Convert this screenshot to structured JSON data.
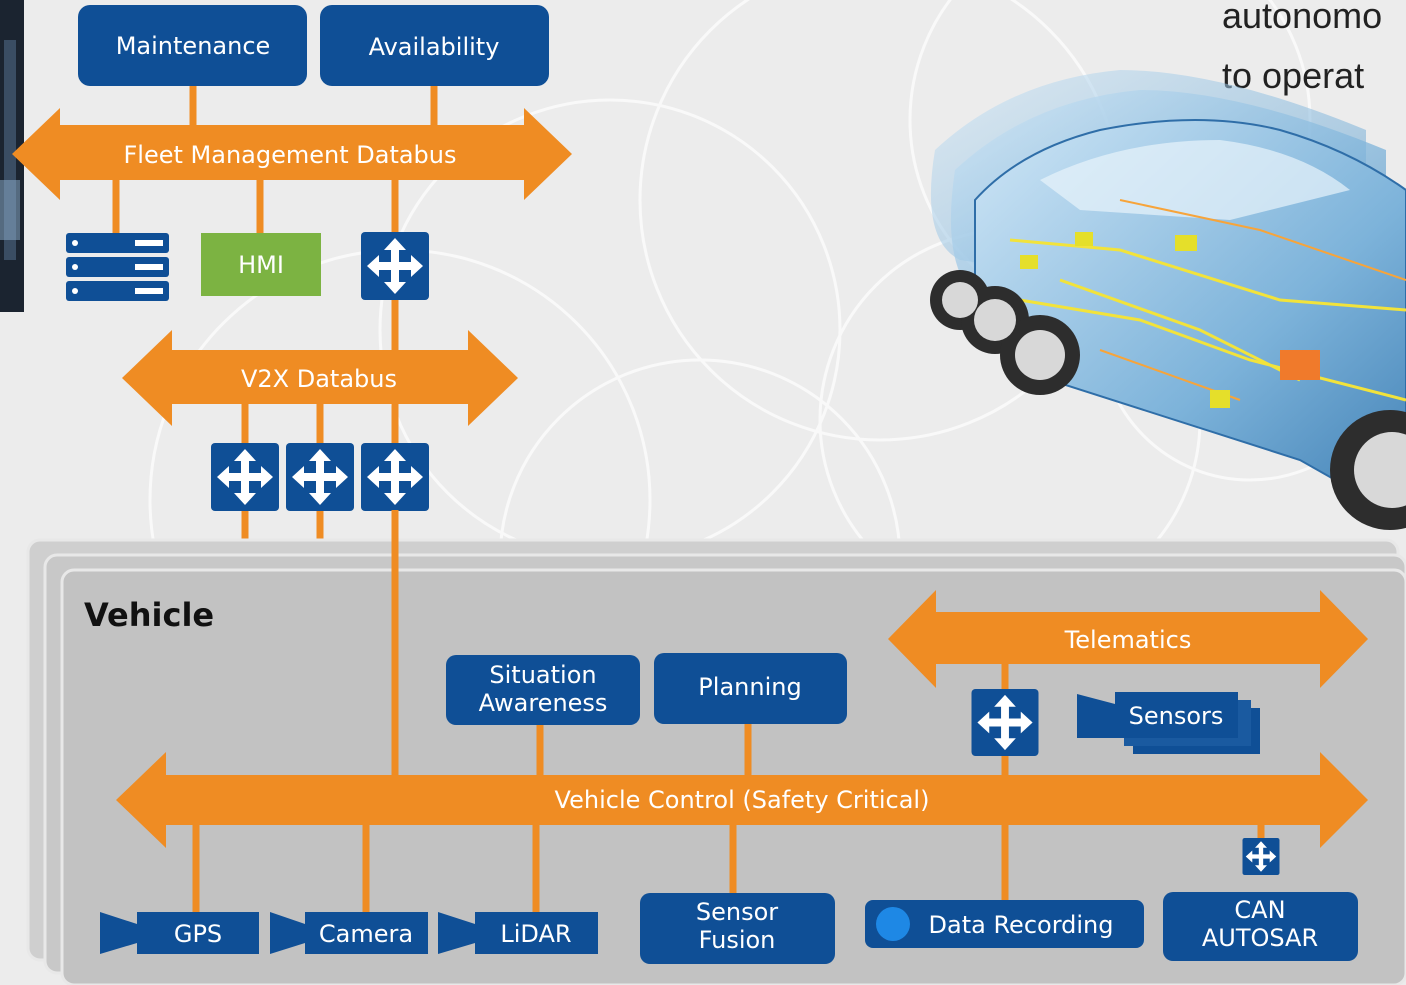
{
  "top_right_text": {
    "line1": "autonomo",
    "line2": "to operat"
  },
  "fleet": {
    "maintenance": "Maintenance",
    "availability": "Availability",
    "databus": "Fleet Management Databus",
    "hmi": "HMI"
  },
  "v2x": {
    "databus": "V2X Databus"
  },
  "vehicle": {
    "title": "Vehicle",
    "situation_awareness": [
      "Situation",
      "Awareness"
    ],
    "planning": "Planning",
    "telematics": "Telematics",
    "sensors": "Sensors",
    "control_bus": "Vehicle Control (Safety Critical)",
    "gps": "GPS",
    "camera": "Camera",
    "lidar": "LiDAR",
    "sensor_fusion": [
      "Sensor",
      "Fusion"
    ],
    "data_recording": "Data Recording",
    "can_autosar": [
      "CAN",
      "AUTOSAR"
    ]
  },
  "colors": {
    "orange": "#ef8c23",
    "blue": "#0f4f96",
    "green": "#7cb342",
    "panel": "#c2c2c2",
    "bg": "#ececec"
  },
  "icons": [
    "server-stack-icon",
    "router-icon",
    "video-camera-icon",
    "record-icon",
    "car-illustration"
  ]
}
